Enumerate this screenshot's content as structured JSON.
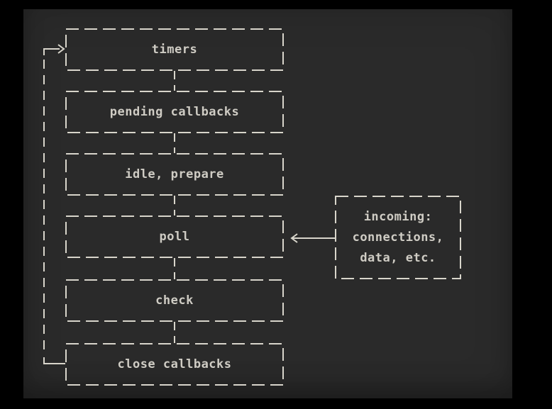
{
  "colors": {
    "backdrop": "#000000",
    "panel": "#2a2a2a",
    "stroke": "#d8d5cb",
    "text": "#cfccc4"
  },
  "phases": [
    {
      "label": "timers"
    },
    {
      "label": "pending callbacks"
    },
    {
      "label": "idle, prepare"
    },
    {
      "label": "poll"
    },
    {
      "label": "check"
    },
    {
      "label": "close callbacks"
    }
  ],
  "incoming_box": {
    "lines": [
      "incoming:",
      "connections,",
      "data, etc."
    ]
  }
}
